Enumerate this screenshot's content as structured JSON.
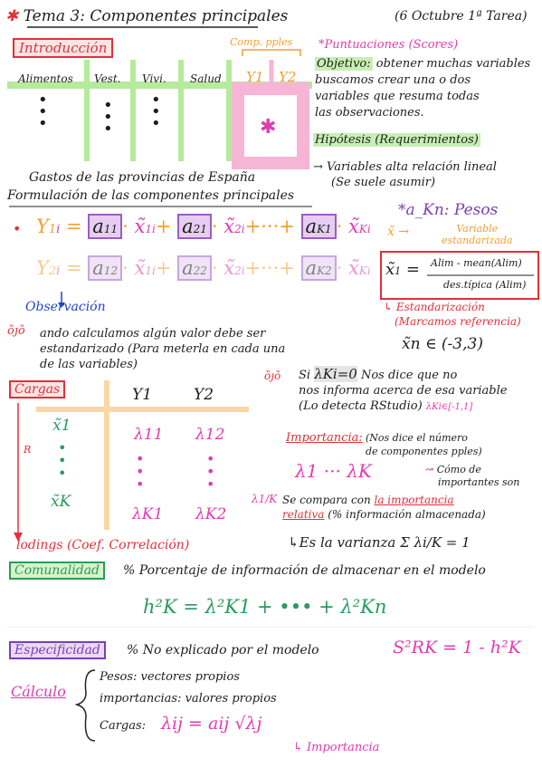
{
  "header": {
    "title": "Tema 3: Componentes principales",
    "date": "(6 Octubre 1ª Tarea)"
  },
  "intro": {
    "label": "Introducción",
    "columns": [
      "Alimentos",
      "Vest.",
      "Vivi.",
      "Salud",
      "Y1",
      "Y2"
    ],
    "comp_label": "Comp. pples",
    "caption": "Gastos de las provincias de España",
    "formulation": "Formulación de las componentes principales"
  },
  "right_notes": {
    "scores": "*Puntuaciones (Scores)",
    "objective_label": "Objetivo:",
    "objective_text": [
      " obtener muchas variables",
      "buscamos crear una o dos",
      "variables que resuma todas",
      "las observaciones."
    ],
    "hypothesis": "Hipótesis (Requerimientos)",
    "req1": "→ Variables alta relación lineal",
    "req2": "(Se suele asumir)"
  },
  "weights": {
    "label": "*a_Kn: Pesos",
    "var_label": "Variable",
    "var_sub": "estandarizada",
    "std_formula_num": "Alim - mean(Alim)",
    "std_formula_den": "des.típica (Alim)",
    "std_note1": "↳ Estandarización",
    "std_note2": "(Marcamos referencia)",
    "range": "x̃n ∈ (-3,3)"
  },
  "observation": "Observación",
  "obs_note": [
    "ando calculamos algún valor debe ser",
    "estandarizado (Para meterla en cada una",
    "de las variables)"
  ],
  "cargas": {
    "label": "Cargas",
    "headers": [
      "Y1",
      "Y2"
    ],
    "row_labels": [
      "x̃1",
      "x̃K"
    ],
    "cells": [
      "λ11",
      "λ12",
      "λK1",
      "λK2"
    ],
    "side": "R",
    "footer": "lodings (Coef. Correlación)"
  },
  "si_note": {
    "pre": "Si",
    "cond": "λKi=0",
    "text": [
      " Nos dice que no",
      "nos informa acerca de esa variable",
      "(Lo detecta RStudio)"
    ],
    "range": "λKi∈[-1,1]"
  },
  "importancia": {
    "label": "Importancia:",
    "text": [
      "(Nos dice el número",
      "de componentes pples)"
    ],
    "lambdas": "λ1 ··· λK",
    "note": [
      "Cómo de",
      "importantes son"
    ],
    "rel_prefix": "λ1/K",
    "rel_text1": "Se compara con ",
    "rel_red1": "la importancia",
    "rel_red2": "relativa",
    "rel_text2": " (% información almacenada)",
    "variance": "↳Es la varianza  Σ λi/K = 1"
  },
  "comunalidad": {
    "label": "Comunalidad",
    "text": "% Porcentaje de información de almacenar en el modelo",
    "formula": "h²K = λ²K1 + ••• + λ²Kn"
  },
  "especificidad": {
    "label": "Especificidad",
    "text": "% No explicado por el modelo",
    "formula": "S²RK = 1 - h²K"
  },
  "calculo": {
    "label": "Cálculo",
    "lines": [
      "Pesos: vectores propios",
      "importancias: valores propios",
      "Cargas:"
    ],
    "formula": "λij = aij √λj",
    "note": "↳ Importancia"
  }
}
